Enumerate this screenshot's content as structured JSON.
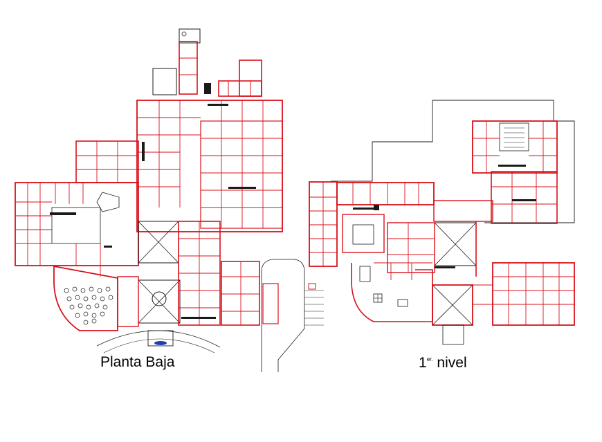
{
  "colors": {
    "wall": "#d8101a",
    "detail": "#1a1a1a",
    "background": "#ffffff"
  },
  "plans": [
    {
      "id": "ground",
      "label": "Planta Baja"
    },
    {
      "id": "first",
      "label_main": "1",
      "label_sup": "er.",
      "label_rest": " nivel"
    }
  ]
}
